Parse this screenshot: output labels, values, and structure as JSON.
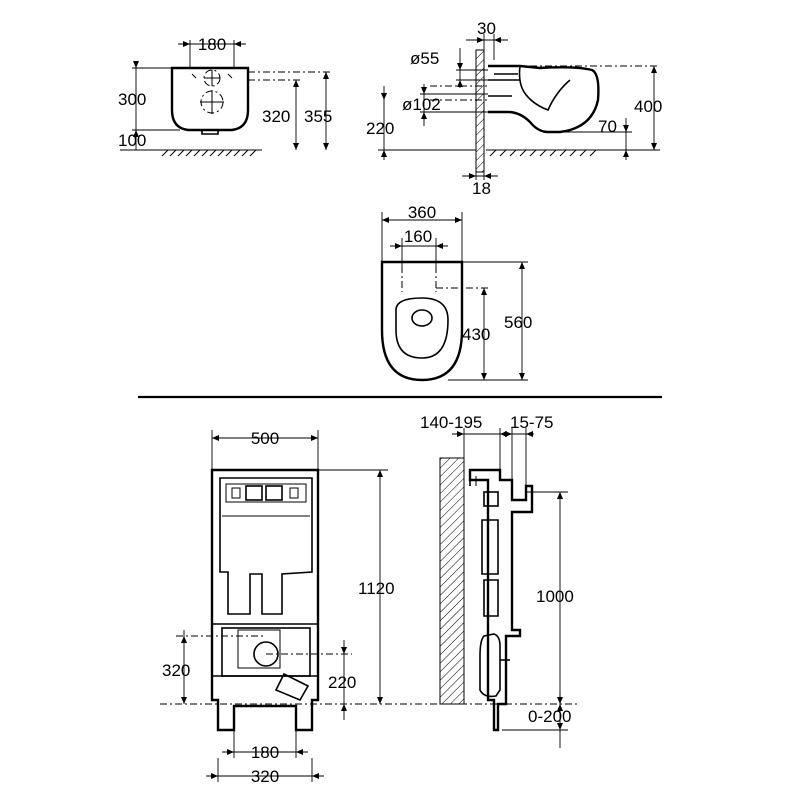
{
  "front_view": {
    "dim_width_top": "180",
    "dim_height_left": "300",
    "dim_floor_left": "100",
    "dim_inner_height": "320",
    "dim_total_height": "355"
  },
  "side_view": {
    "dim_wall_gap": "30",
    "dim_outlet_small": "ø55",
    "dim_outlet_large": "ø102",
    "dim_outlet_height": "220",
    "dim_total_height": "400",
    "dim_bottom_offset": "70",
    "dim_wall_thickness": "18"
  },
  "top_view": {
    "dim_width_outer": "360",
    "dim_width_inner": "160",
    "dim_length_inner": "430",
    "dim_length_outer": "560"
  },
  "frame_front": {
    "dim_width_top": "500",
    "dim_height_total": "1120",
    "dim_inlet_height": "320",
    "dim_outlet_height": "220",
    "dim_bolt_spacing_inner": "180",
    "dim_bolt_spacing_outer": "320"
  },
  "frame_side": {
    "dim_depth_range_a": "140-195",
    "dim_depth_range_b": "15-75",
    "dim_height_button": "1000",
    "dim_foot_range": "0-200"
  }
}
